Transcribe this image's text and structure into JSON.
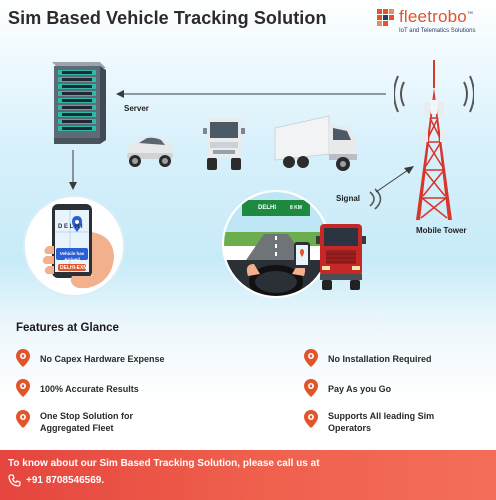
{
  "header": {
    "title": "Sim Based Vehicle Tracking Solution",
    "logo_text": "fleetrobo",
    "logo_trademark": "™",
    "logo_tagline": "IoT and Telematics Solutions"
  },
  "diagram": {
    "server_label": "Server",
    "signal_label": "Signal",
    "tower_label": "Mobile Tower",
    "road_sign_text": "DELHI",
    "road_sign_km": "8 KM",
    "phone_screen_text": "D E L H I",
    "phone_notification": "Vehicle has Arrived",
    "phone_badge": "DELHI-EXM"
  },
  "features": {
    "title": "Features at Glance",
    "items": [
      {
        "label": "No Capex Hardware Expense"
      },
      {
        "label": "100% Accurate Results"
      },
      {
        "label": "One Stop Solution for Aggregated Fleet"
      },
      {
        "label": "No Installation Required"
      },
      {
        "label": "Pay As you Go"
      },
      {
        "label": "Supports All leading Sim Operators"
      }
    ]
  },
  "footer": {
    "line1": "To know about our Sim Based Tracking Solution, please call us at",
    "phone": "+91 8708546569."
  },
  "colors": {
    "accent": "#e2542a",
    "footer_bg": "#ec5848",
    "tower_red": "#d8352b",
    "truck_red": "#c62828",
    "sky_blue": "#c7ebf8"
  }
}
